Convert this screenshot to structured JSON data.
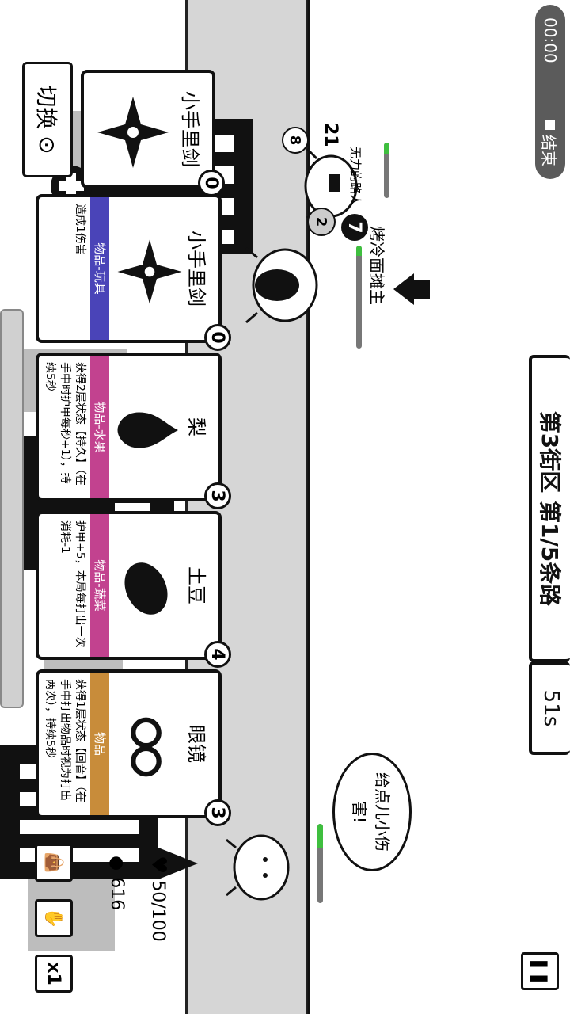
{
  "header": {
    "timer": "00:00",
    "end_label": "结束"
  },
  "location": {
    "district": "第3街区 第1/5条路",
    "countdown": "51s"
  },
  "enemies": [
    {
      "name": "无力的路人",
      "attack": "21",
      "level": "8",
      "armor": "2",
      "hp_fraction": 0.2
    },
    {
      "name": "烤冷面摊主",
      "attack": "7",
      "hp_fraction": 0.1
    }
  ],
  "player": {
    "hp": "50/100",
    "coins": "616",
    "speech": "给点儿小伤害!",
    "hp_fraction": 0.3
  },
  "switch_label": "切换",
  "speed_label": "x1",
  "cards": [
    {
      "title": "小手里剑",
      "type": "",
      "desc": "",
      "cost": "0",
      "icon": "shuriken-icon"
    },
    {
      "title": "小手里剑",
      "type": "物品-玩具",
      "desc": "造成1伤害",
      "cost": "0",
      "icon": "shuriken-icon",
      "color": "#4a44b8"
    },
    {
      "title": "梨",
      "type": "物品-水果",
      "desc": "获得2层状态【持久】（在手中时护甲每秒+1），持续5秒",
      "cost": "3",
      "icon": "pear-icon",
      "color": "#c2428f"
    },
    {
      "title": "土豆",
      "type": "物品-蔬菜",
      "desc": "护甲+5，本局每打出一次消耗-1",
      "cost": "4",
      "icon": "potato-icon",
      "color": "#c2428f"
    },
    {
      "title": "眼镜",
      "type": "物品",
      "desc": "获得1层状态【回音】（在手中打出物品时视为打出两次），持续5秒",
      "cost": "3",
      "icon": "glasses-icon",
      "color": "#c88c3a"
    }
  ]
}
